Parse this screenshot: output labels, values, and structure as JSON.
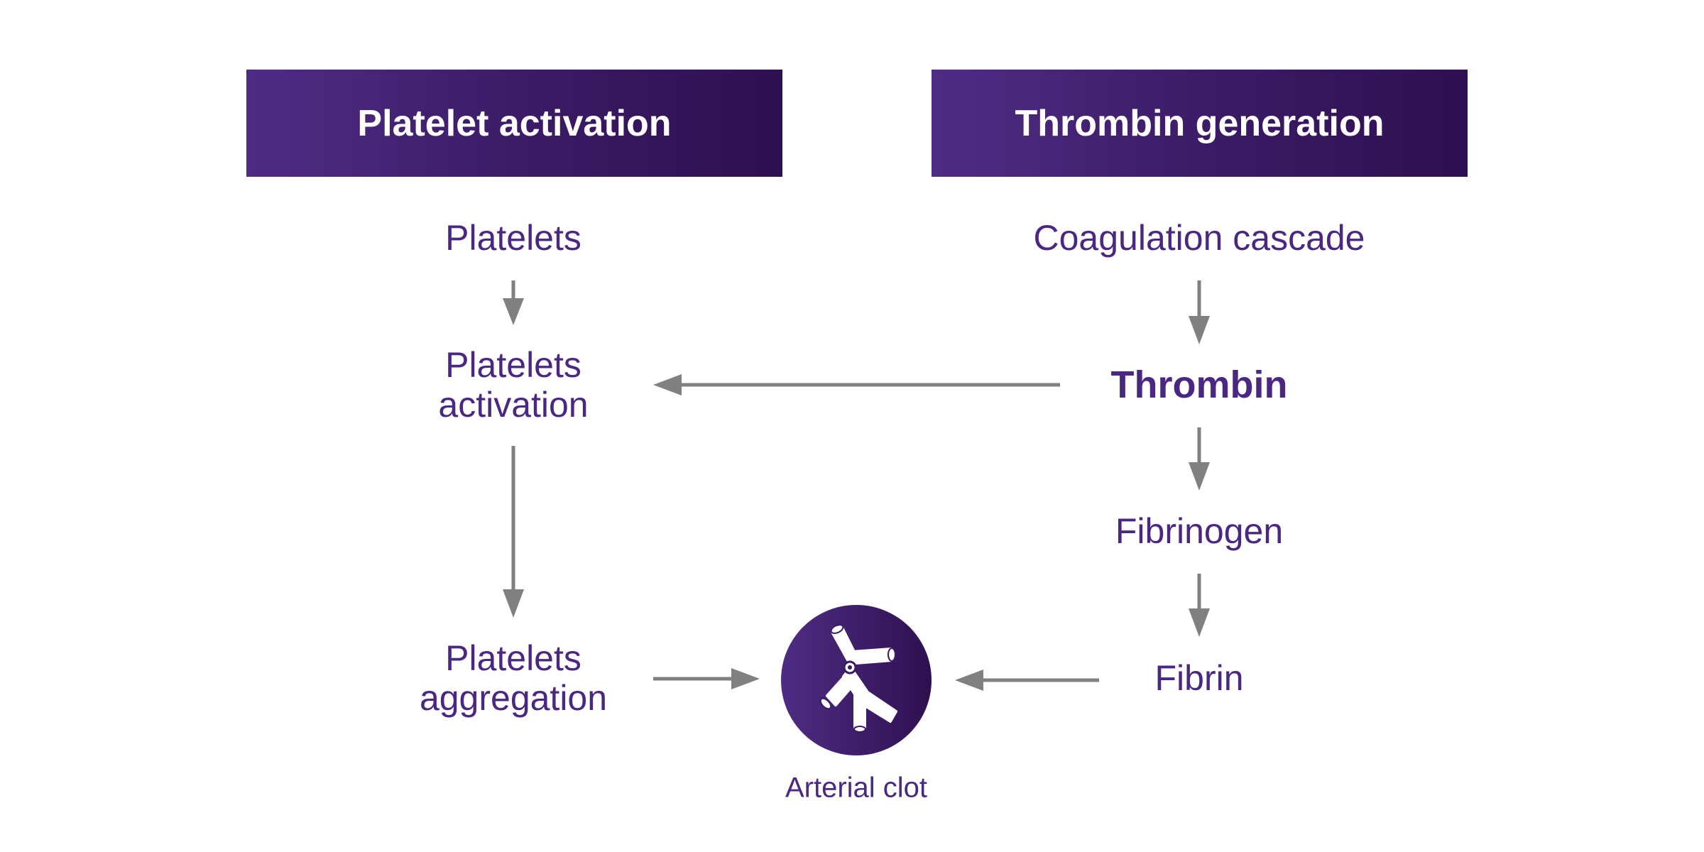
{
  "headers": {
    "left": "Platelet activation",
    "right": "Thrombin generation"
  },
  "nodes": {
    "platelets": "Platelets",
    "platelets_activation": "Platelets\nactivation",
    "platelets_aggregation": "Platelets\naggregation",
    "coagulation_cascade": "Coagulation cascade",
    "thrombin": "Thrombin",
    "fibrinogen": "Fibrinogen",
    "fibrin": "Fibrin"
  },
  "clot": {
    "caption": "Arterial clot",
    "icon": "arterial-clot-icon"
  },
  "colors": {
    "text": "#4a2882",
    "header_start": "#4f2c84",
    "header_end": "#2e1050",
    "arrow": "#808080"
  }
}
